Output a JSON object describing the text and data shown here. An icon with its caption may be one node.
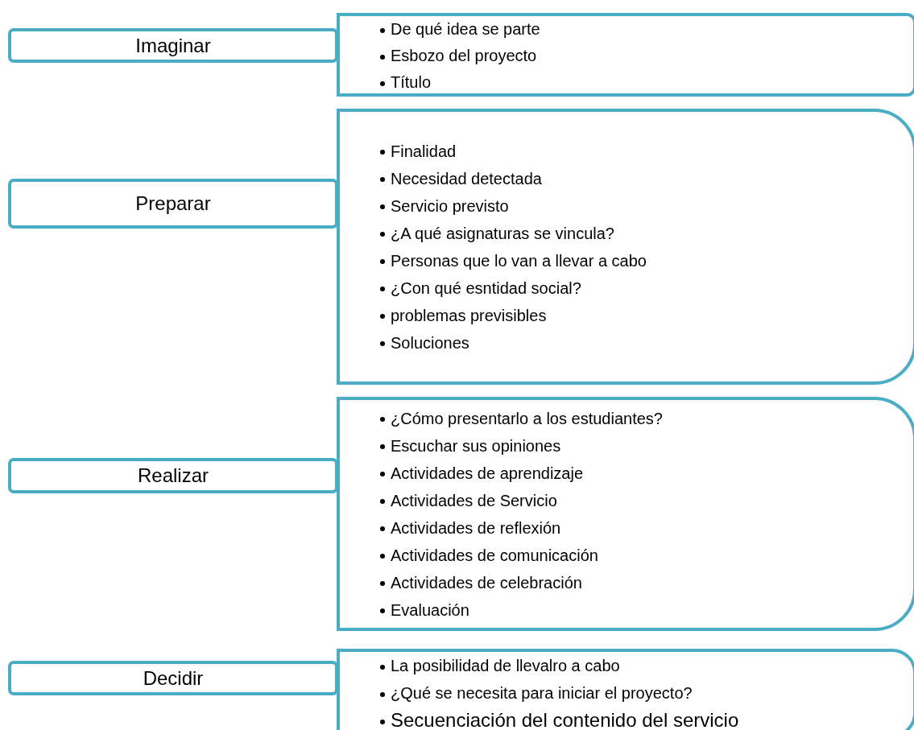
{
  "diagram": {
    "nodes": [
      {
        "text": [
          "Imaginar"
        ]
      },
      {
        "text": [
          "De qué idea se parte",
          "Esbozo del proyecto",
          "Título"
        ]
      },
      {
        "text": [
          "Preparar"
        ]
      },
      {
        "text": [
          "Finalidad",
          "Necesidad detectada",
          "Servicio previsto",
          "¿A qué asignaturas se vincula?",
          "Personas que lo van a llevar a cabo",
          "¿Con qué esntidad social?",
          "problemas previsibles",
          "Soluciones"
        ]
      },
      {
        "text": [
          "Realizar"
        ]
      },
      {
        "text": [
          "¿Cómo presentarlo a los estudiantes?",
          "Escuchar sus opiniones",
          "Actividades de aprendizaje",
          "Actividades de Servicio",
          "Actividades de reflexión",
          "Actividades de comunicación",
          "Actividades de celebración",
          "Evaluación"
        ]
      },
      {
        "text": [
          "Decidir"
        ]
      },
      {
        "text": [
          "La posibilidad de llevalro a cabo",
          "¿Qué se necesita para iniciar el proyecto?",
          "Secuenciación del contenido del servicio"
        ]
      }
    ]
  }
}
